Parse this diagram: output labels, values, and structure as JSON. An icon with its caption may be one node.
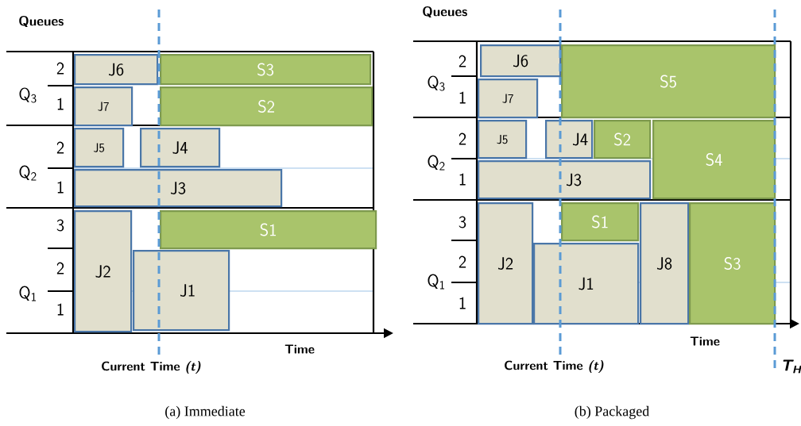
{
  "diagram": {
    "nodes": [
      {
        "text": [
          "J6"
        ]
      },
      {
        "text": [
          "S3"
        ]
      },
      {
        "text": [
          "J7"
        ]
      },
      {
        "text": [
          "S2"
        ]
      },
      {
        "text": [
          "J5"
        ]
      },
      {
        "text": [
          "J4"
        ]
      },
      {
        "text": [
          "J3"
        ]
      },
      {
        "text": [
          "J2"
        ]
      },
      {
        "text": [
          "S1"
        ]
      },
      {
        "text": [
          "J1"
        ]
      },
      {
        "text": [
          "J6"
        ]
      },
      {
        "text": [
          "S5"
        ]
      },
      {
        "text": [
          "J7"
        ]
      },
      {
        "text": [
          "J5"
        ]
      },
      {
        "text": [
          "J4"
        ]
      },
      {
        "text": [
          "S2"
        ]
      },
      {
        "text": [
          "S4"
        ]
      },
      {
        "text": [
          "J3"
        ]
      },
      {
        "text": [
          "J2"
        ]
      },
      {
        "text": [
          "S1"
        ]
      },
      {
        "text": [
          "J8"
        ]
      },
      {
        "text": [
          "S3"
        ]
      },
      {
        "text": [
          "J1"
        ]
      }
    ],
    "labels": [
      "Queues",
      "2",
      "Q$_{3}$",
      "1",
      "2",
      "Q$_{2}$",
      "1",
      "3",
      "2",
      "Q$_{1}$",
      "1",
      "Time",
      "Current Time *(t)*",
      "(a) Immediate",
      "Queues",
      "2",
      "Q$_{3}$",
      "1",
      "2",
      "Q$_{2}$",
      "1",
      "3",
      "2",
      "Q$_{1}$",
      "1",
      "Time",
      "Current Time *(t)*",
      "T$_{H}$",
      "(b) Packaged"
    ]
  }
}
